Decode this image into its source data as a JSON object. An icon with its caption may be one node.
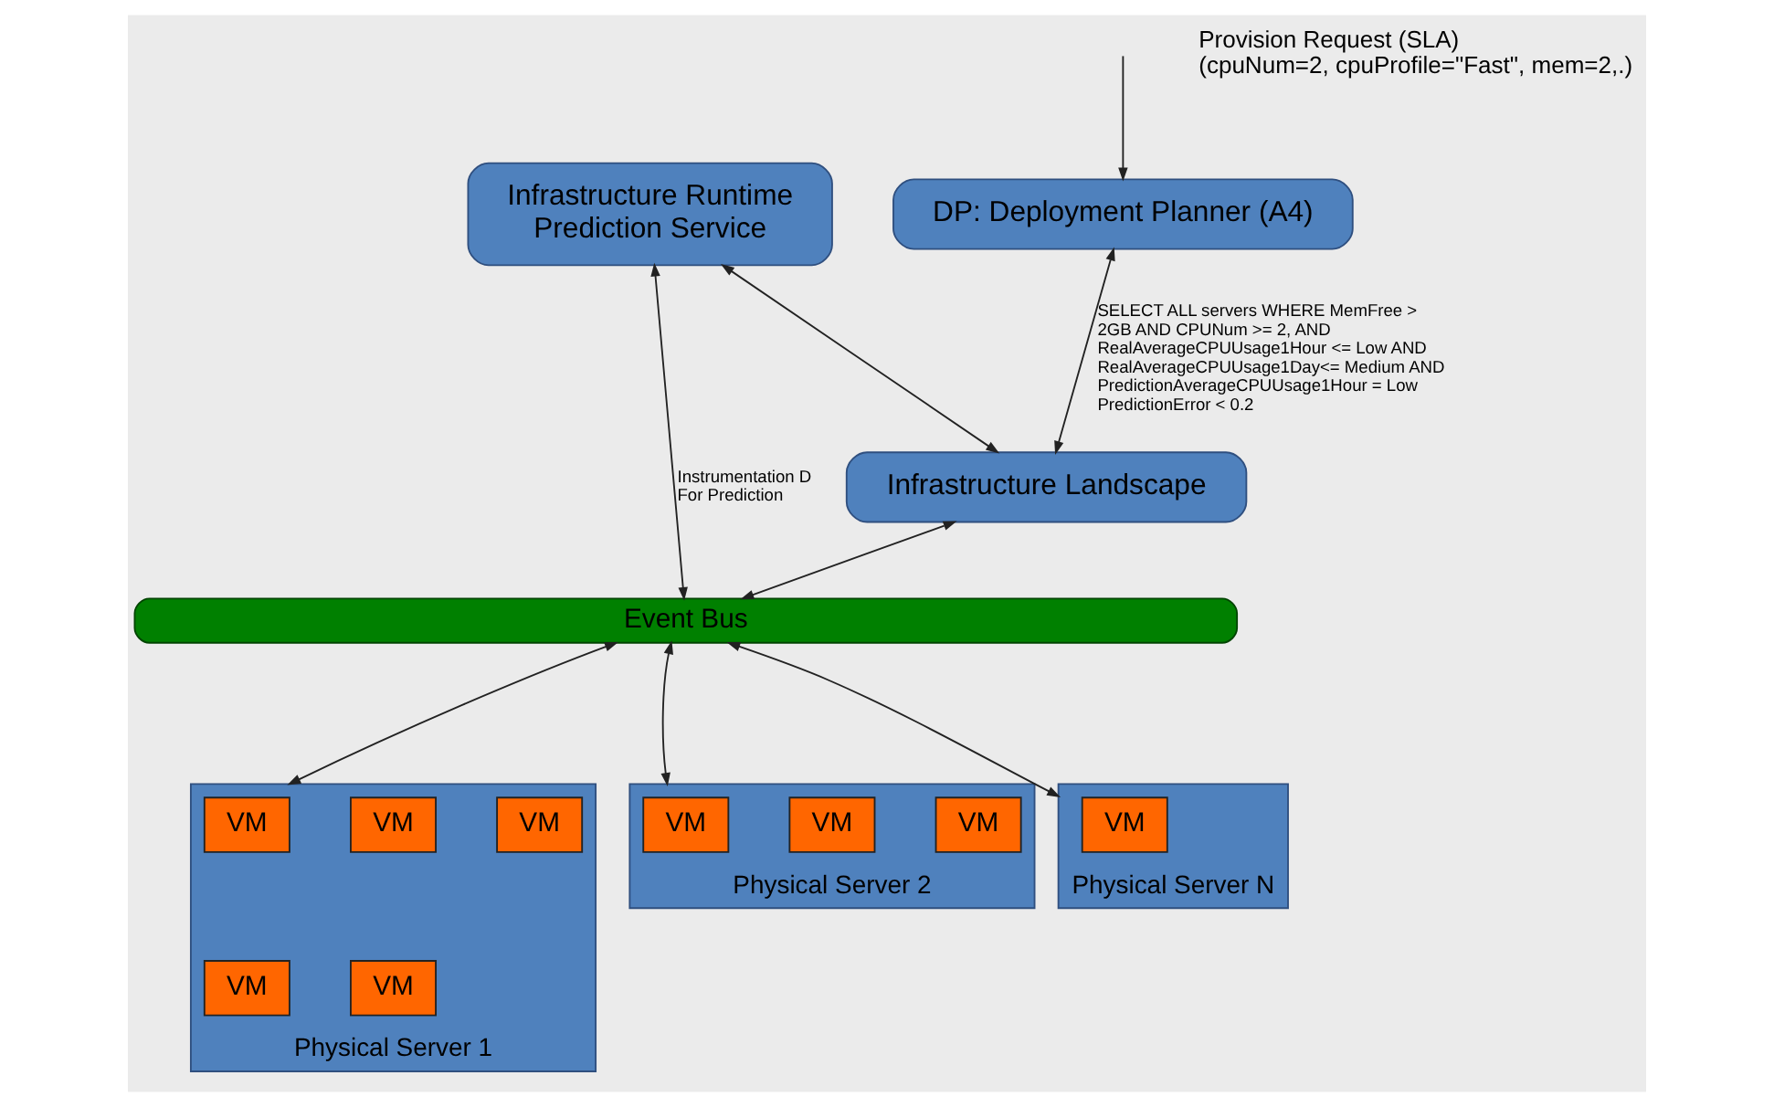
{
  "diagram": {
    "nodes": [
      {
        "text": [
          "DP: Deployment Planner (A4)"
        ]
      },
      {
        "text": [
          "Infrastructure Runtime Prediction Service"
        ]
      },
      {
        "text": [
          "Infrastructure Landscape"
        ]
      },
      {
        "text": [
          "Event Bus"
        ]
      },
      {
        "text": [
          "Physical Server 1"
        ]
      },
      {
        "text": [
          "VM"
        ],
        "in": 4
      },
      {
        "text": [
          "VM"
        ],
        "in": 4
      },
      {
        "text": [
          "VM"
        ],
        "in": 4
      },
      {
        "text": [
          "VM"
        ],
        "in": 4
      },
      {
        "text": [
          "VM"
        ],
        "in": 4
      },
      {
        "text": [
          "Physical Server 2"
        ]
      },
      {
        "text": [
          "VM"
        ],
        "in": 10
      },
      {
        "text": [
          "VM"
        ],
        "in": 10
      },
      {
        "text": [
          "VM"
        ],
        "in": 10
      },
      {
        "text": [
          "Physical Server N"
        ]
      },
      {
        "text": [
          "VM"
        ],
        "in": 14
      }
    ],
    "edges": [
      {
        "from": null,
        "to": 0,
        "arrow": "to"
      },
      {
        "from": 0,
        "to": 2,
        "arrow": "both",
        "label": "SELECT ALL servers WHERE MemFree > 2GB AND CPUNum >= 2, AND RealAverageCPUUsage1Hour <= Low AND RealAverageCPUUsage1Day<= Medium AND PredictionAverageCPUUsage1Hour = Low PredictionError < 0.2"
      },
      {
        "from": 2,
        "to": 1,
        "arrow": "both"
      },
      {
        "from": 2,
        "to": 3,
        "arrow": "both"
      },
      {
        "from": 3,
        "to": 4,
        "arrow": "both"
      },
      {
        "from": 3,
        "to": 10,
        "arrow": "both"
      },
      {
        "from": 3,
        "to": 14,
        "arrow": "both"
      },
      {
        "from": 3,
        "to": 1,
        "arrow": "both",
        "label": "Instrumentation D For Prediction"
      }
    ],
    "labels": [
      "Provision Request (SLA)",
      "(cpuNum=2, cpuProfile=\"Fast\", mem=2,.)"
    ]
  }
}
